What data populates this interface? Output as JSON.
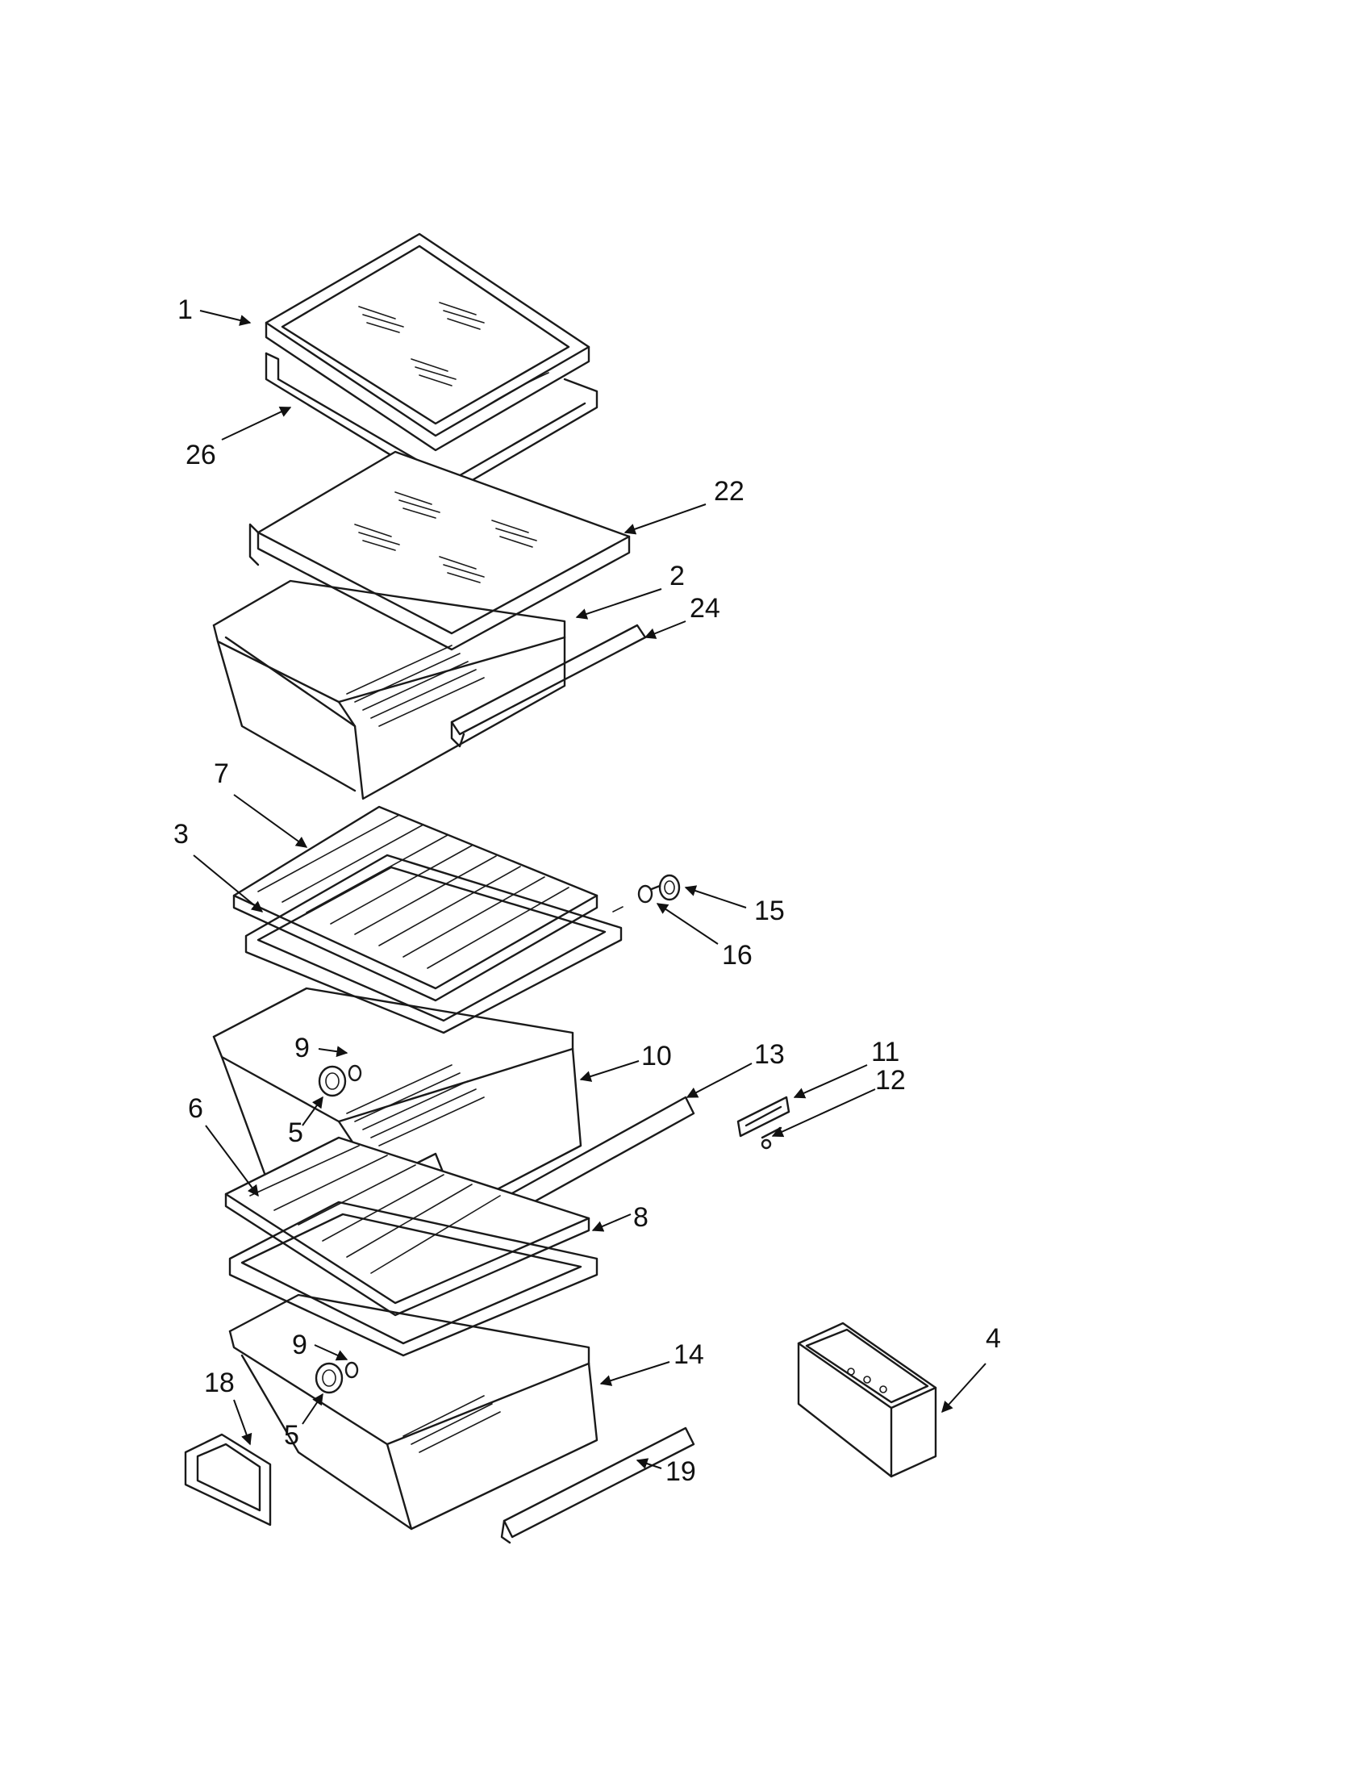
{
  "diagram": {
    "labels": [
      {
        "id": "c1",
        "text": "1"
      },
      {
        "id": "c26",
        "text": "26"
      },
      {
        "id": "c22",
        "text": "22"
      },
      {
        "id": "c2",
        "text": "2"
      },
      {
        "id": "c24",
        "text": "24"
      },
      {
        "id": "c7",
        "text": "7"
      },
      {
        "id": "c3",
        "text": "3"
      },
      {
        "id": "c15",
        "text": "15"
      },
      {
        "id": "c16",
        "text": "16"
      },
      {
        "id": "c9a",
        "text": "9"
      },
      {
        "id": "c10",
        "text": "10"
      },
      {
        "id": "c13",
        "text": "13"
      },
      {
        "id": "c11",
        "text": "11"
      },
      {
        "id": "c12",
        "text": "12"
      },
      {
        "id": "c6",
        "text": "6"
      },
      {
        "id": "c5a",
        "text": "5"
      },
      {
        "id": "c8",
        "text": "8"
      },
      {
        "id": "c9b",
        "text": "9"
      },
      {
        "id": "c14",
        "text": "14"
      },
      {
        "id": "c4",
        "text": "4"
      },
      {
        "id": "c18",
        "text": "18"
      },
      {
        "id": "c5b",
        "text": "5"
      },
      {
        "id": "c19",
        "text": "19"
      }
    ]
  }
}
